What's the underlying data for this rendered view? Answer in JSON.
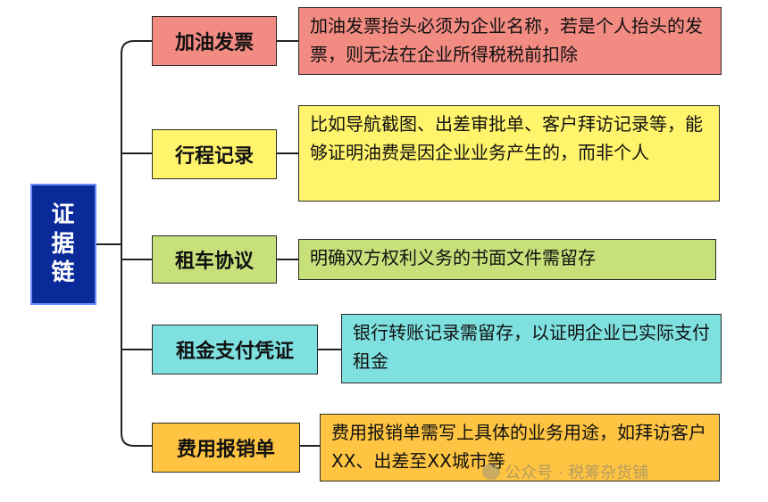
{
  "root": {
    "label": "证据链"
  },
  "branches": [
    {
      "label": "加油发票",
      "description": "加油发票抬头必须为企业名称，若是个人抬头的发票，则无法在企业所得税税前扣除",
      "node_color": "#f28b82",
      "desc_color": "#f28b82"
    },
    {
      "label": "行程记录",
      "description": "比如导航截图、出差审批单、客户拜访记录等，能够证明油费是因企业业务产生的，而非个人",
      "node_color": "#fff46b",
      "desc_color": "#fff46b"
    },
    {
      "label": "租车协议",
      "description": "明确双方权利义务的书面文件需留存",
      "node_color": "#c8e07a",
      "desc_color": "#c8e07a"
    },
    {
      "label": "租金支付凭证",
      "description": "银行转账记录需留存，以证明企业已实际支付租金",
      "node_color": "#7fe0e0",
      "desc_color": "#7fe0e0"
    },
    {
      "label": "费用报销单",
      "description": "费用报销单需写上具体的业务用途，如拜访客户XX、出差至XX城市等",
      "node_color": "#ffc542",
      "desc_color": "#ffc542"
    }
  ],
  "watermark": {
    "text": "公众号 · 税筹杂货铺"
  }
}
